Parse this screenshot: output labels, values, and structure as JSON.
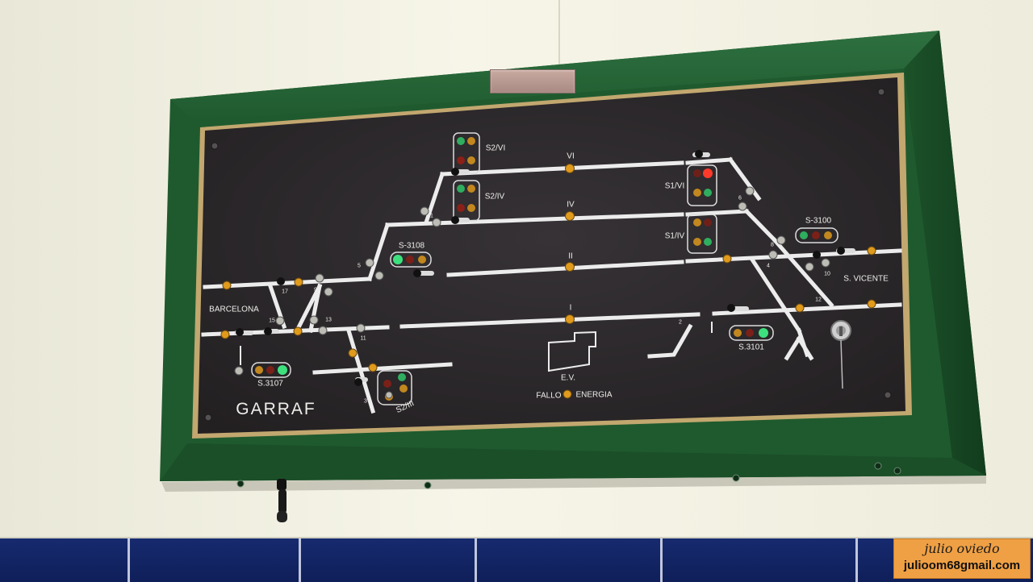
{
  "panel": {
    "station": "GARRAF",
    "destinations": {
      "left": "BARCELONA",
      "right": "S. VICENTE"
    },
    "tracks": [
      "VI",
      "IV",
      "II",
      "I"
    ],
    "signals": {
      "s2_vi": "S2/VI",
      "s2_iv": "S2/IV",
      "s1_vi": "S1/VI",
      "s1_iv": "S1/IV",
      "s3108": "S-3108",
      "s3100": "S-3100",
      "s3101": "S.3101",
      "s3107": "S.3107",
      "s2_iii": "S2/III"
    },
    "switches": [
      "17",
      "9",
      "5",
      "15",
      "13",
      "11",
      "3",
      "6",
      "8",
      "4",
      "10",
      "12",
      "2",
      "1"
    ],
    "ev": "E.V.",
    "fallo": "FALLO",
    "energia": "ENERGIA",
    "nameplate": "",
    "colors": {
      "frame": "#1f5a2e",
      "board": "#2d2a2c",
      "track": "#ececec",
      "amber": "#e09a1c",
      "green": "#38e07a",
      "red": "#e04030"
    }
  },
  "watermark": {
    "name": "julio oviedo",
    "email": "julioom68gmail.com"
  }
}
